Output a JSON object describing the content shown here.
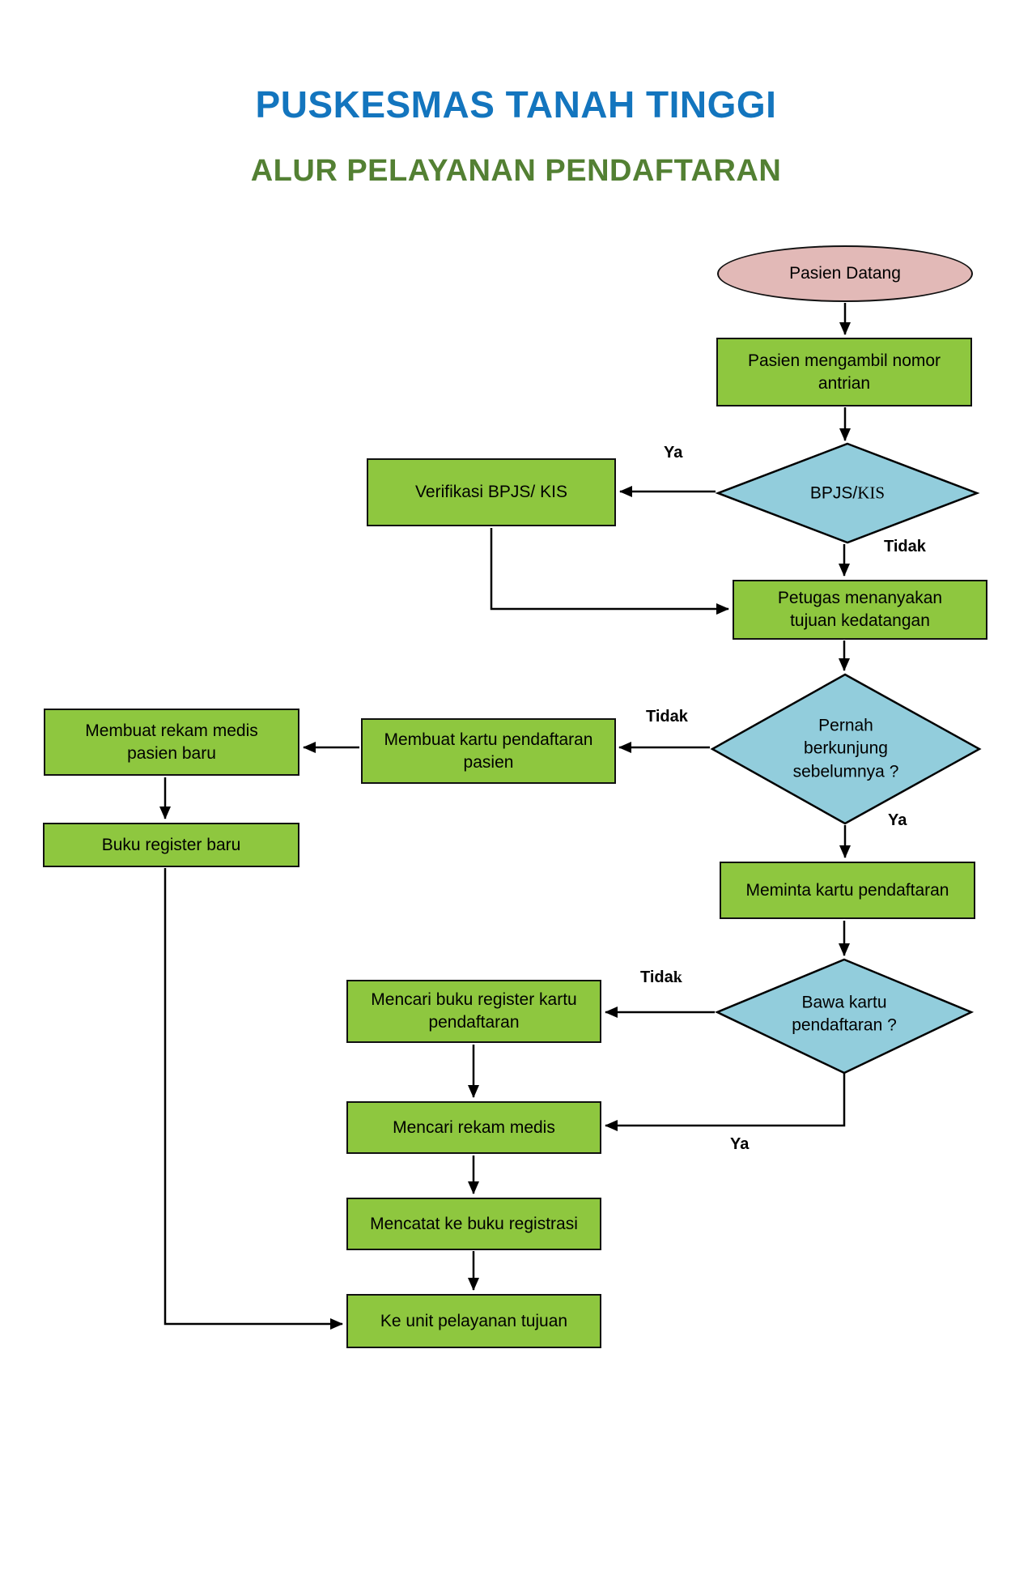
{
  "page": {
    "title": "PUSKESMAS TANAH TINGGI",
    "subtitle": "ALUR PELAYANAN PENDAFTARAN"
  },
  "colors": {
    "title_blue": "#1375BE",
    "subtitle_green": "#538033",
    "process_green": "#8EC73F",
    "decision_blue": "#92CDDC",
    "terminator_pink": "#E2B9B7"
  },
  "nodes": {
    "start": "Pasien Datang",
    "take_number": "Pasien mengambil nomor antrian",
    "bpjs_decision_sans": "BPJS/",
    "bpjs_decision_serif": "KIS",
    "verify_bpjs": "Verifikasi BPJS/ KIS",
    "ask_purpose": "Petugas menanyakan tujuan kedatangan",
    "visited_before_decision": "Pernah berkunjung sebelumnya ?",
    "make_card": "Membuat kartu pendaftaran pasien",
    "make_record": "Membuat rekam medis pasien baru",
    "new_register_book": "Buku register baru",
    "request_card": "Meminta kartu pendaftaran",
    "bring_card_decision": "Bawa kartu pendaftaran ?",
    "search_register_book": "Mencari buku register kartu pendaftaran",
    "search_record": "Mencari rekam medis",
    "note_register": "Mencatat ke buku registrasi",
    "to_unit": "Ke unit pelayanan tujuan"
  },
  "edge_labels": {
    "bpjs_yes": "Ya",
    "bpjs_no": "Tidak",
    "visited_no": "Tidak",
    "visited_yes": "Ya",
    "bring_no_sans": "Tida",
    "bring_no_serif": "k",
    "bring_yes": "Ya"
  }
}
